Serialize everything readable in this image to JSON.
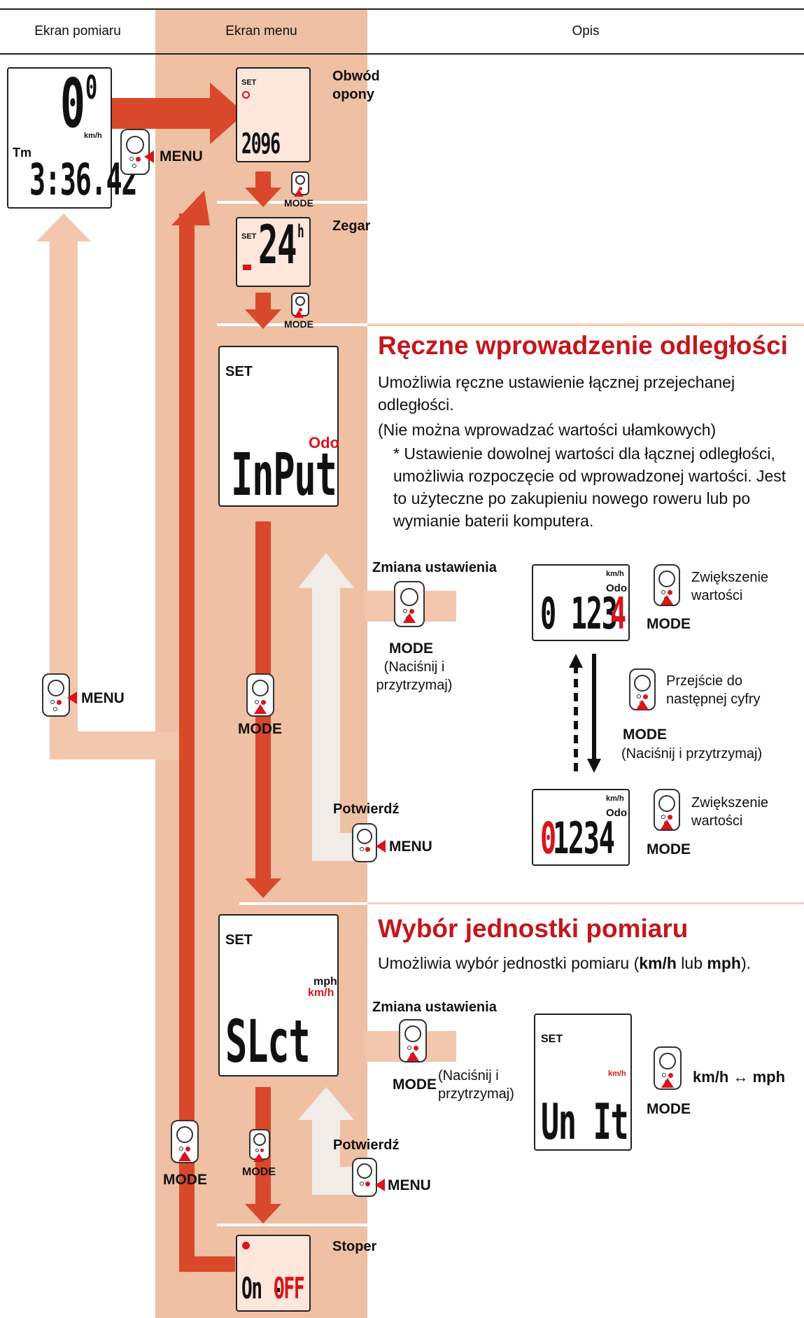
{
  "header": {
    "col1": "Ekran pomiaru",
    "col2": "Ekran menu",
    "col3": "Opis"
  },
  "measure_screen": {
    "speed": "0",
    "speed_decimal": "0",
    "speed_unit": "km/h",
    "tm_label": "Tm",
    "time": "3:36.42"
  },
  "menu_button_label": "MENU",
  "mode_button_label": "MODE",
  "tire": {
    "set": "SET",
    "value": "2096",
    "label": "Obwód opony"
  },
  "clock": {
    "set": "SET",
    "value": "24",
    "unit": "h",
    "label": "Zegar"
  },
  "odo_screen": {
    "set": "SET",
    "odo": "Odo",
    "value": "InPut"
  },
  "odo_section": {
    "title": "Ręczne wprowadzenie odległości",
    "line1": "Umożliwia ręczne ustawienie łącznej przejechanej odległości.",
    "line2": "(Nie można wprowadzać wartości ułamkowych)",
    "note": "* Ustawienie dowolnej wartości dla łącznej odległości, umożliwia rozpoczęcie od wprowadzonej wartości. Jest to użyteczne po zakupieniu nowego roweru lub po wymianie baterii komputera.",
    "change_label": "Zmiana ustawienia",
    "press_hold": "(Naciśnij i przytrzymaj)",
    "press_hold_short": "(Naciśnij i przytrzymaj)",
    "confirm": "Potwierdź",
    "card": {
      "unit": "km/h",
      "odo": "Odo",
      "top_value_black": "0 123",
      "top_value_red": "4",
      "bottom_value_red": "0",
      "bottom_value_black": " 1234",
      "increase": "Zwiększenie wartości",
      "next_digit": "Przejście do następnej cyfry",
      "press_hold": "(Naciśnij i przytrzymaj)"
    }
  },
  "unit_screen": {
    "set": "SET",
    "mph": "mph",
    "kmh": "km/h",
    "value": "SLct"
  },
  "unit_section": {
    "title": "Wybór jednostki pomiaru",
    "desc_pre": "Umożliwia wybór jednostki pomiaru (",
    "desc_kmh": "km/h",
    "desc_mid": " lub ",
    "desc_mph": "mph",
    "desc_post": ").",
    "change_label": "Zmiana ustawienia",
    "press_hold": "(Naciśnij i przytrzymaj)",
    "confirm": "Potwierdź",
    "card": {
      "set": "SET",
      "unit": "km/h",
      "value": "Un It",
      "toggle": "km/h ↔ mph"
    }
  },
  "stopwatch": {
    "value_black": "On -",
    "value_red": "OFF",
    "label": "Stoper"
  }
}
